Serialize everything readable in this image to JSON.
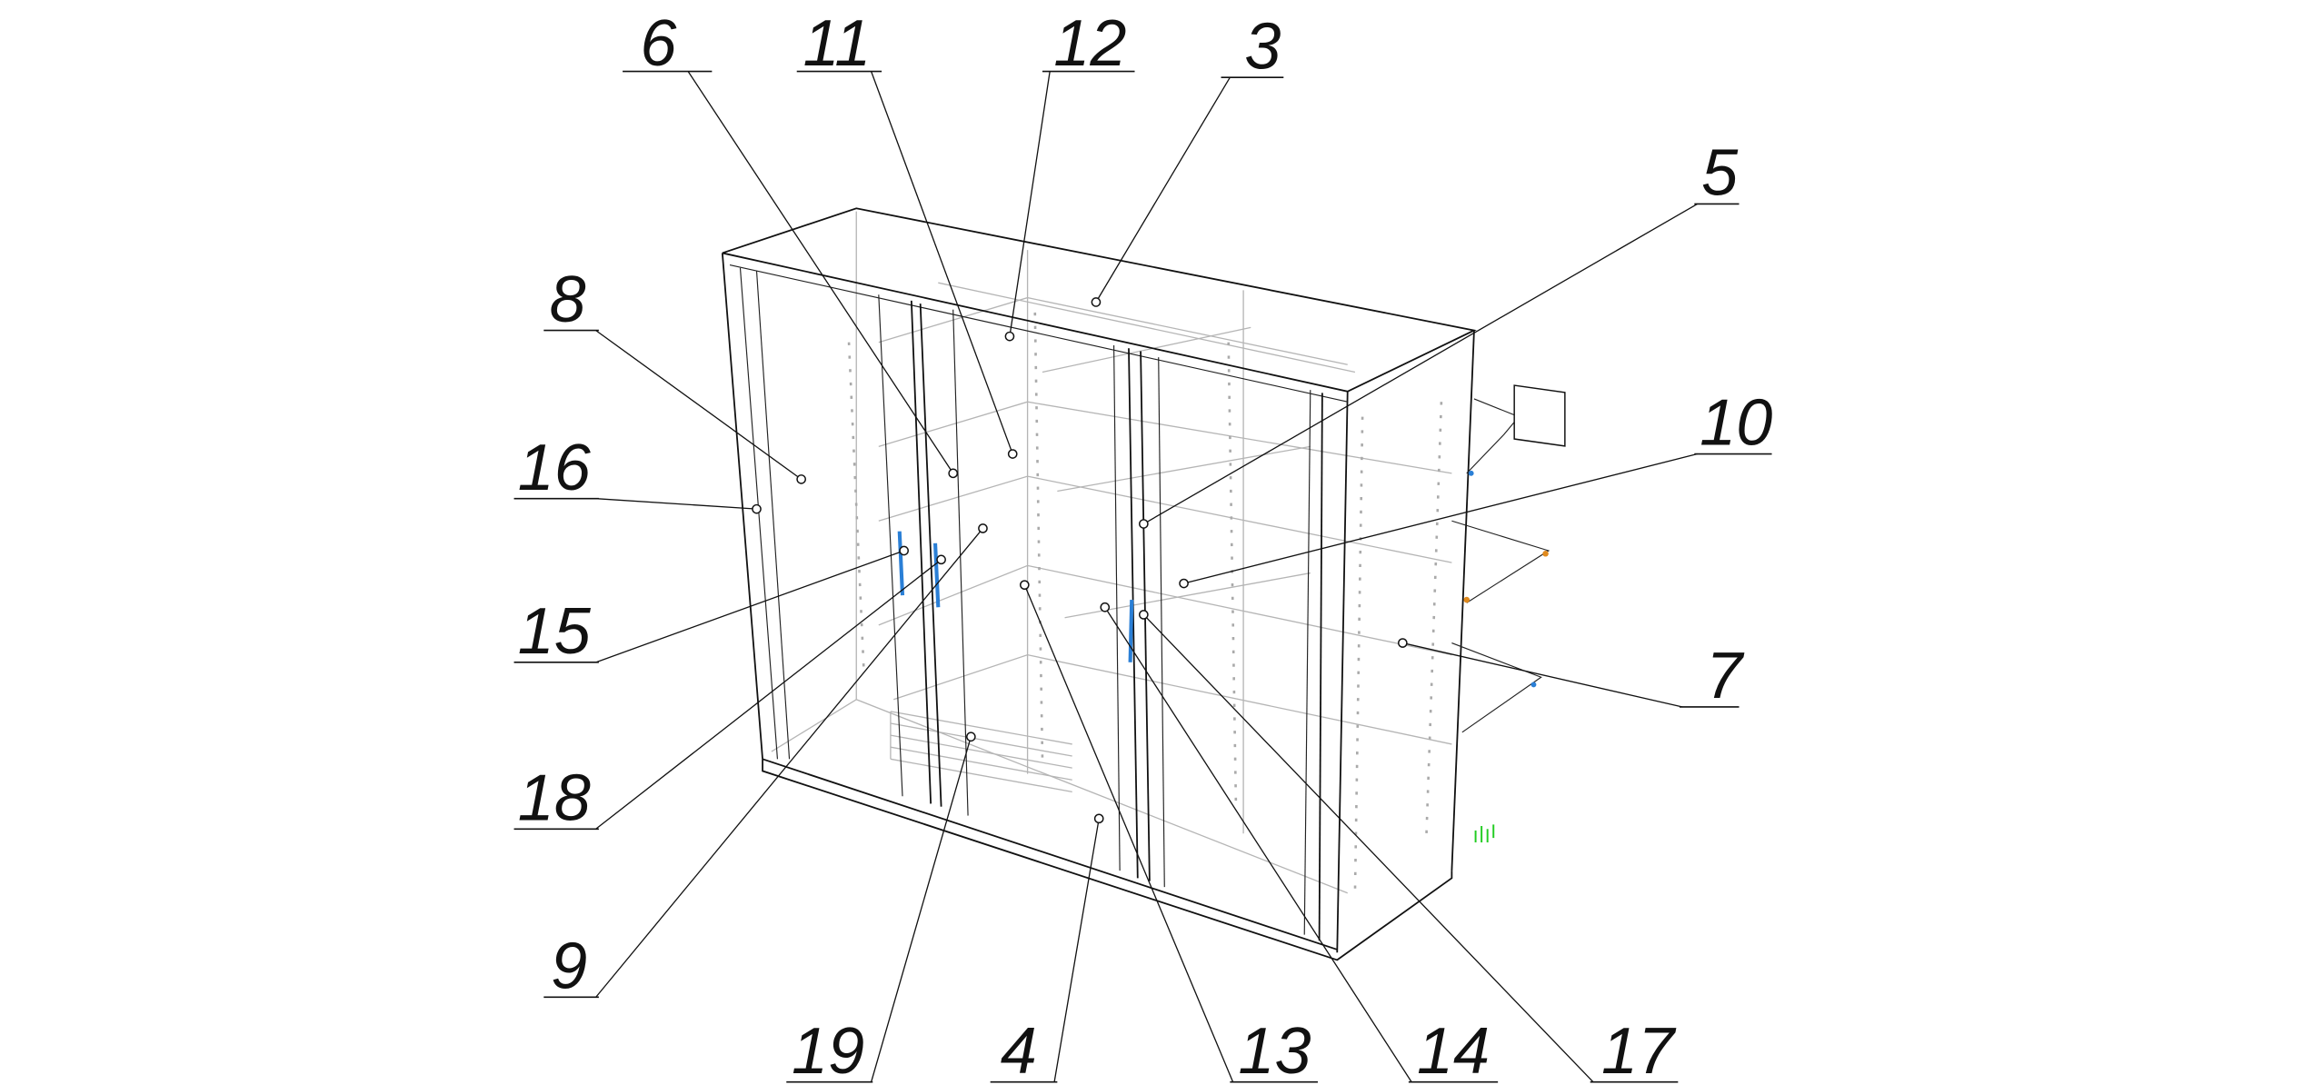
{
  "title": "Cabinet assembly diagram",
  "callouts": [
    "6",
    "11",
    "12",
    "3",
    "5",
    "8",
    "10",
    "16",
    "15",
    "7",
    "18",
    "9",
    "19",
    "4",
    "13",
    "14",
    "17"
  ],
  "colors": {
    "handle": "#2a7fd6",
    "accent_orange": "#e08a1e",
    "marker_green": "#22cc22",
    "line": "#111111",
    "hidden_line": "#b5b5b5"
  }
}
